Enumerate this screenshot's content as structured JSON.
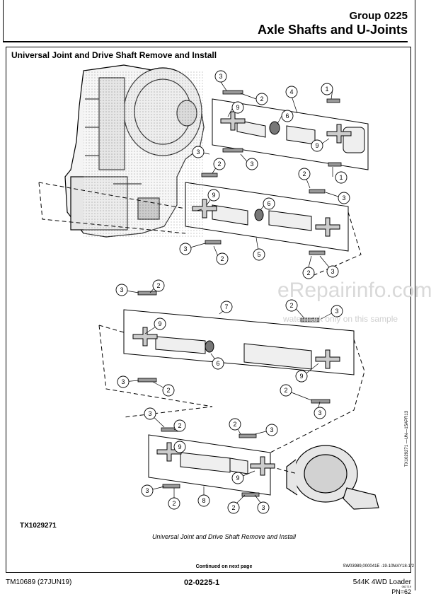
{
  "header": {
    "group": "Group  0225",
    "title": "Axle Shafts and U-Joints"
  },
  "section_title": "Universal Joint and Drive Shaft Remove and Install",
  "figure": {
    "id": "TX1029271",
    "caption": "Universal Joint and Drive Shaft Remove and Install",
    "side_code": "TX1029271 —UN—15APR13",
    "callouts": {
      "c1": "1",
      "c2": "2",
      "c3": "3",
      "c4": "4",
      "c5": "5",
      "c6": "6",
      "c7": "7",
      "c8": "8",
      "c9": "9"
    }
  },
  "watermark": {
    "main": "eRepairinfo.com",
    "sub": "watermark only on this sample"
  },
  "continued": "Continued on next page",
  "doc_code": "SW03989,000041E -19-10MAY18-1/2",
  "footer": {
    "manual": "TM10689 (27JUN19)",
    "page": "02-0225-1",
    "model": "544K 4WD Loader",
    "small": "062719",
    "pn": "PN=62"
  }
}
